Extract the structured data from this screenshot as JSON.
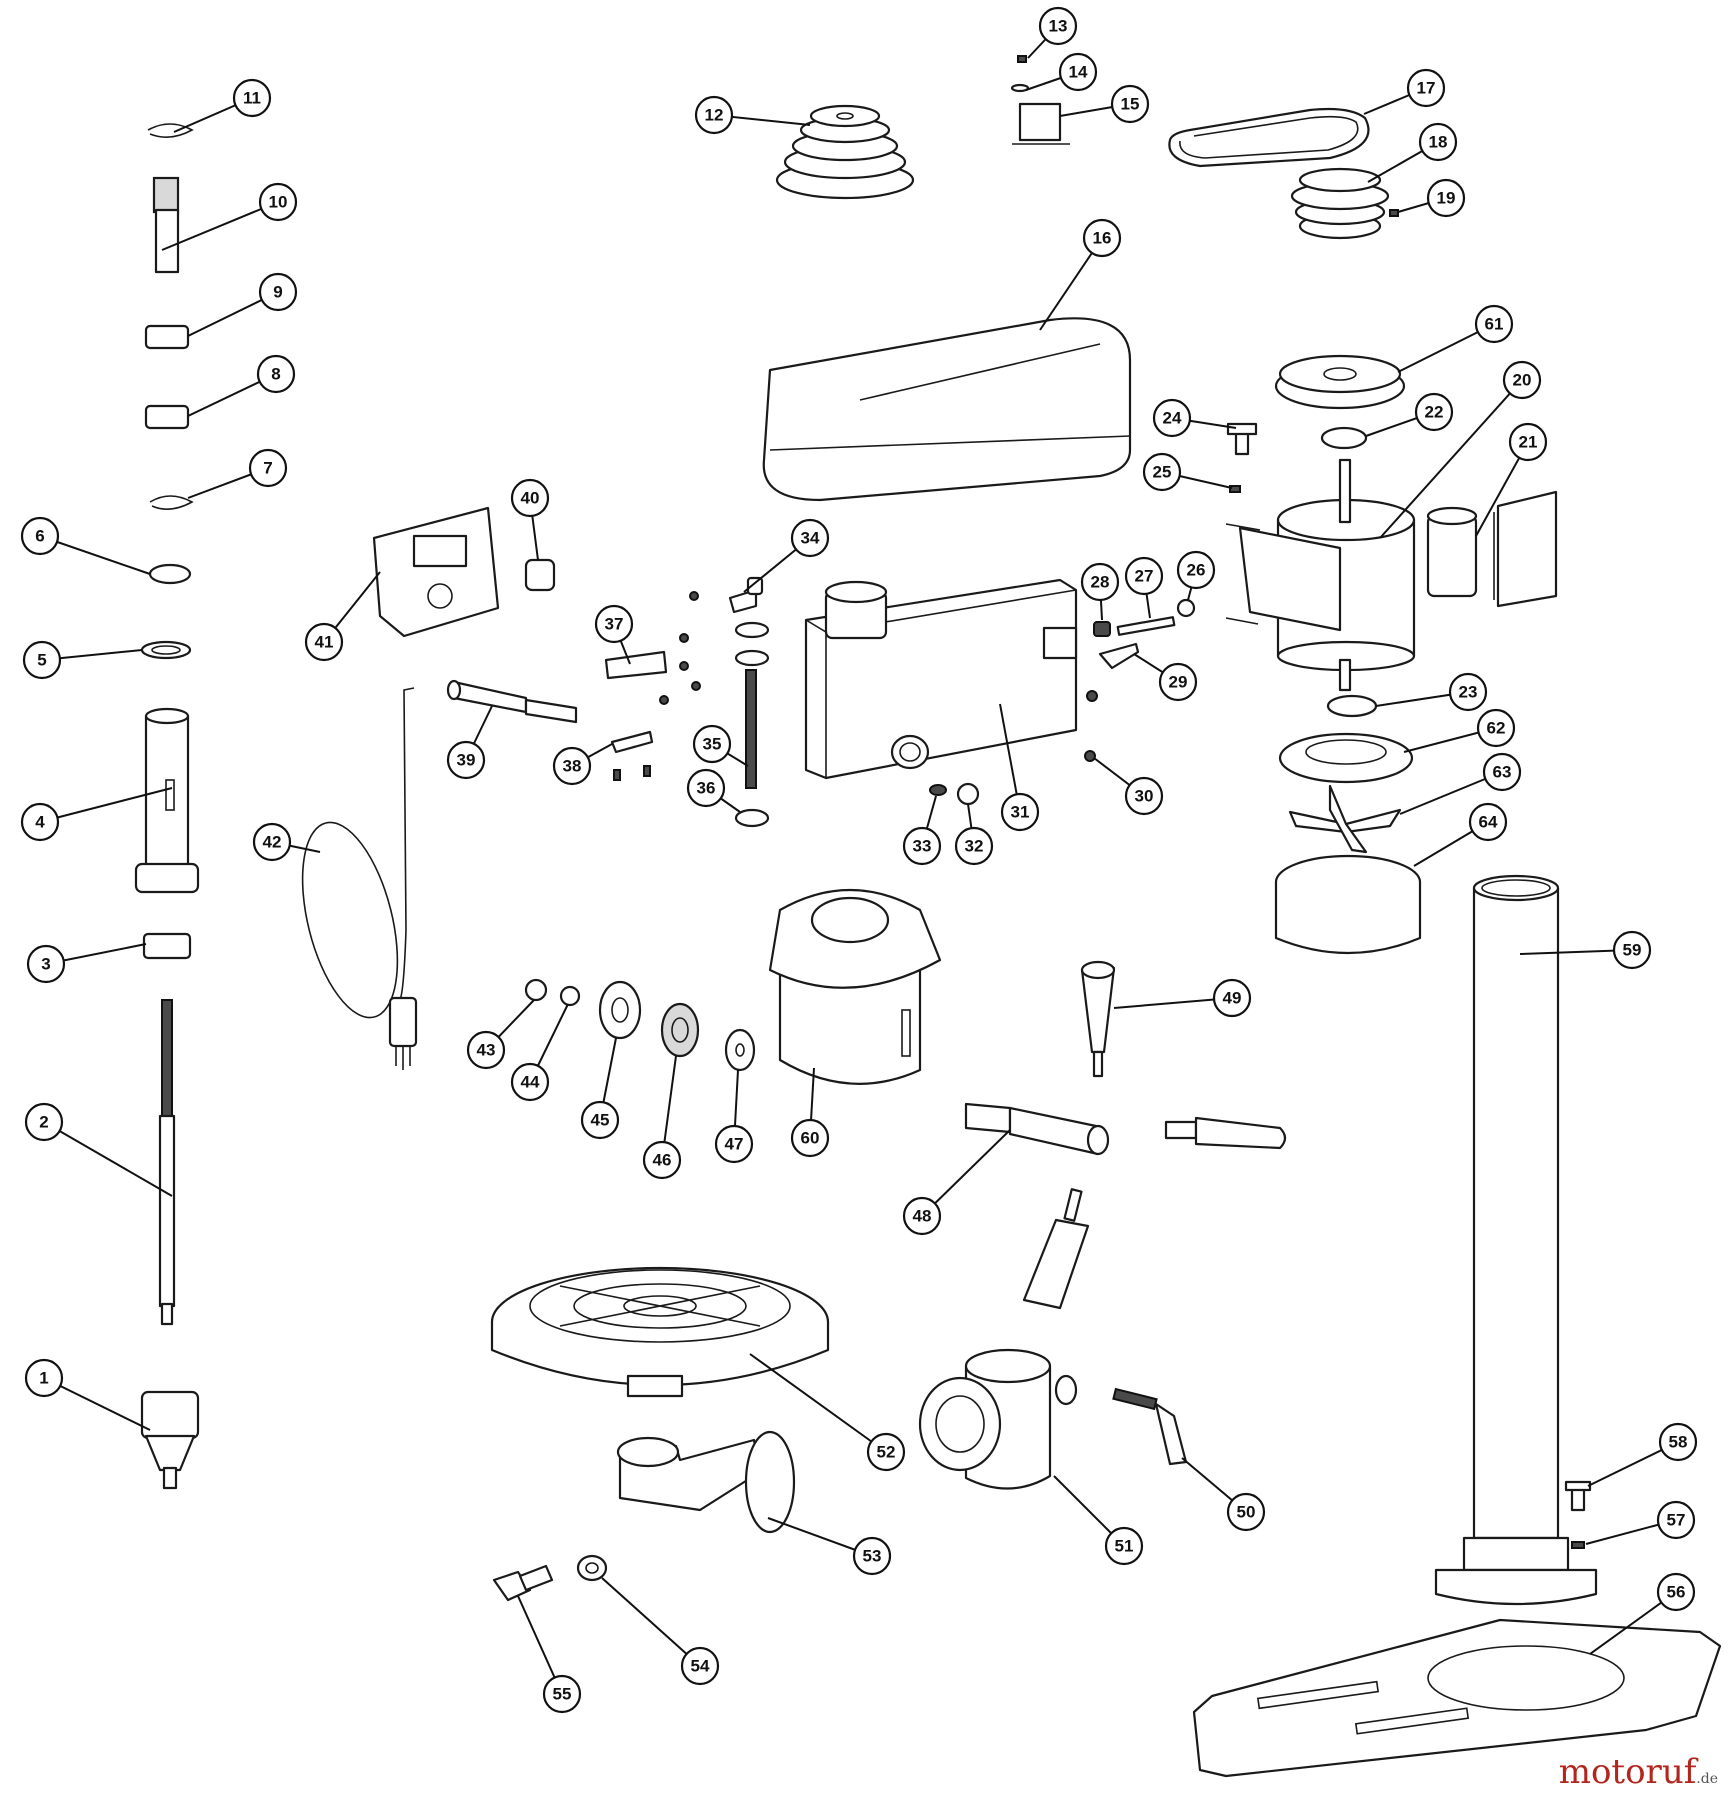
{
  "watermark": {
    "brand": "motoruf",
    "tld": ".de"
  },
  "parts": [
    {
      "id": "1",
      "label": "1"
    },
    {
      "id": "2",
      "label": "2"
    },
    {
      "id": "3",
      "label": "3"
    },
    {
      "id": "4",
      "label": "4"
    },
    {
      "id": "5",
      "label": "5"
    },
    {
      "id": "6",
      "label": "6"
    },
    {
      "id": "7",
      "label": "7"
    },
    {
      "id": "8",
      "label": "8"
    },
    {
      "id": "9",
      "label": "9"
    },
    {
      "id": "10",
      "label": "10"
    },
    {
      "id": "11",
      "label": "11"
    },
    {
      "id": "12",
      "label": "12"
    },
    {
      "id": "13",
      "label": "13"
    },
    {
      "id": "14",
      "label": "14"
    },
    {
      "id": "15",
      "label": "15"
    },
    {
      "id": "16",
      "label": "16"
    },
    {
      "id": "17",
      "label": "17"
    },
    {
      "id": "18",
      "label": "18"
    },
    {
      "id": "19",
      "label": "19"
    },
    {
      "id": "20",
      "label": "20"
    },
    {
      "id": "21",
      "label": "21"
    },
    {
      "id": "22",
      "label": "22"
    },
    {
      "id": "23",
      "label": "23"
    },
    {
      "id": "24",
      "label": "24"
    },
    {
      "id": "25",
      "label": "25"
    },
    {
      "id": "26",
      "label": "26"
    },
    {
      "id": "27",
      "label": "27"
    },
    {
      "id": "28",
      "label": "28"
    },
    {
      "id": "29",
      "label": "29"
    },
    {
      "id": "30",
      "label": "30"
    },
    {
      "id": "31",
      "label": "31"
    },
    {
      "id": "32",
      "label": "32"
    },
    {
      "id": "33",
      "label": "33"
    },
    {
      "id": "34",
      "label": "34"
    },
    {
      "id": "35",
      "label": "35"
    },
    {
      "id": "36",
      "label": "36"
    },
    {
      "id": "37",
      "label": "37"
    },
    {
      "id": "38",
      "label": "38"
    },
    {
      "id": "39",
      "label": "39"
    },
    {
      "id": "40",
      "label": "40"
    },
    {
      "id": "41",
      "label": "41"
    },
    {
      "id": "42",
      "label": "42"
    },
    {
      "id": "43",
      "label": "43"
    },
    {
      "id": "44",
      "label": "44"
    },
    {
      "id": "45",
      "label": "45"
    },
    {
      "id": "46",
      "label": "46"
    },
    {
      "id": "47",
      "label": "47"
    },
    {
      "id": "48",
      "label": "48"
    },
    {
      "id": "49",
      "label": "49"
    },
    {
      "id": "50",
      "label": "50"
    },
    {
      "id": "51",
      "label": "51"
    },
    {
      "id": "52",
      "label": "52"
    },
    {
      "id": "53",
      "label": "53"
    },
    {
      "id": "54",
      "label": "54"
    },
    {
      "id": "55",
      "label": "55"
    },
    {
      "id": "56",
      "label": "56"
    },
    {
      "id": "57",
      "label": "57"
    },
    {
      "id": "58",
      "label": "58"
    },
    {
      "id": "59",
      "label": "59"
    },
    {
      "id": "60",
      "label": "60"
    },
    {
      "id": "61",
      "label": "61"
    },
    {
      "id": "62",
      "label": "62"
    },
    {
      "id": "63",
      "label": "63"
    },
    {
      "id": "64",
      "label": "64"
    }
  ]
}
